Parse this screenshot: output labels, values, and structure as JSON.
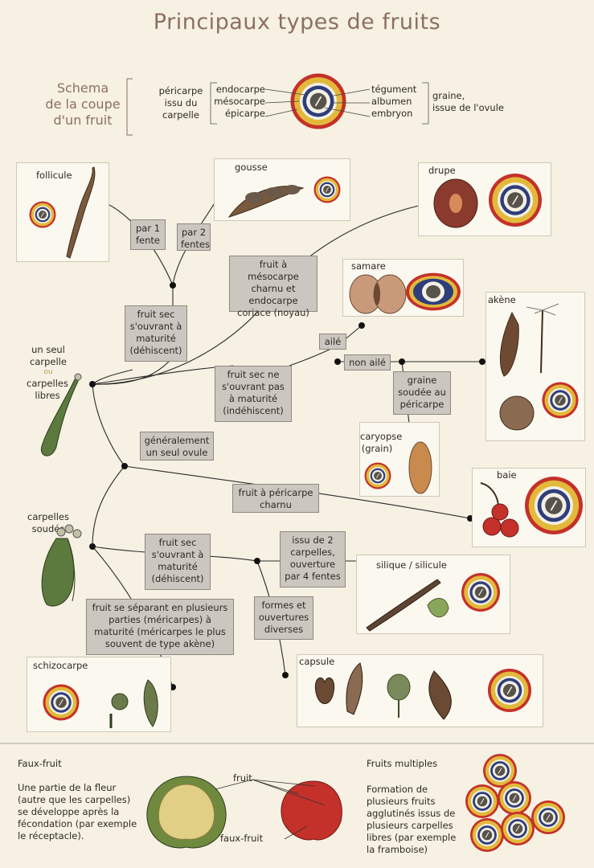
{
  "title": "Principaux types de fruits",
  "schema": {
    "label_lines": [
      "Schema",
      "de la coupe",
      "d'un fruit"
    ],
    "pericarp_lines": [
      "péricarpe",
      "issu du",
      "carpelle"
    ],
    "layers": [
      "endocarpe",
      "mésocarpe",
      "épicarpe"
    ],
    "seed_parts": [
      "tégument",
      "albumen",
      "embryon"
    ],
    "seed_lines": [
      "graine,",
      "issue de l'ovule"
    ]
  },
  "left_labels": {
    "single": "un seul carpelle",
    "or": "ou",
    "free": "carpelles libres",
    "fused": "carpelles soudés"
  },
  "boxes": {
    "par1": "par 1 fente",
    "par2": "par 2 fentes",
    "dehiscent": "fruit sec s'ouvrant à maturité (déhiscent)",
    "drupe_rule": "fruit à mésocarpe charnu et endocarpe coriace (noyau)",
    "aile": "ailé",
    "non_aile": "non ailé",
    "indehiscent": "fruit sec ne s'ouvrant pas à maturité (indéhiscent)",
    "graine_soudee": "graine soudée au péricarpe",
    "seul_ovule": "généralement un seul ovule",
    "charnu": "fruit à péricarpe charnu",
    "dehiscent2": "fruit sec s'ouvrant à maturité (déhiscent)",
    "issu2": "issu de 2 carpelles, ouverture par 4 fentes",
    "formes": "formes et ouvertures diverses",
    "schizo_rule": "fruit se séparant en plusieurs parties (méricarpes) à maturité (méricarpes le plus souvent de type akène)"
  },
  "fruits": {
    "follicule": "follicule",
    "gousse": "gousse",
    "drupe": "drupe",
    "samare": "samare",
    "akene": "akène",
    "caryopse_lines": [
      "caryopse",
      "(grain)"
    ],
    "baie": "baie",
    "silique": "silique / silicule",
    "capsule": "capsule",
    "schizocarpe": "schizocarpe"
  },
  "faux_fruit": {
    "heading": "Faux-fruit",
    "text": "Une partie de la fleur (autre que les carpelles) se développe après la fécondation (par exemple le réceptacle).",
    "fruit_label": "fruit",
    "faux_label": "faux-fruit"
  },
  "multiples": {
    "heading": "Fruits multiples",
    "text": "Formation de plusieurs fruits agglutinés issus de plusieurs carpelles libres (par exemple la framboise)"
  },
  "colors": {
    "background": "#f6f1e2",
    "box_fill": "#ccc6c0",
    "title": "#8c6f63",
    "ring_red": "#c4312a",
    "ring_yellow": "#e2b93a",
    "ring_blue": "#2e3e7a"
  }
}
